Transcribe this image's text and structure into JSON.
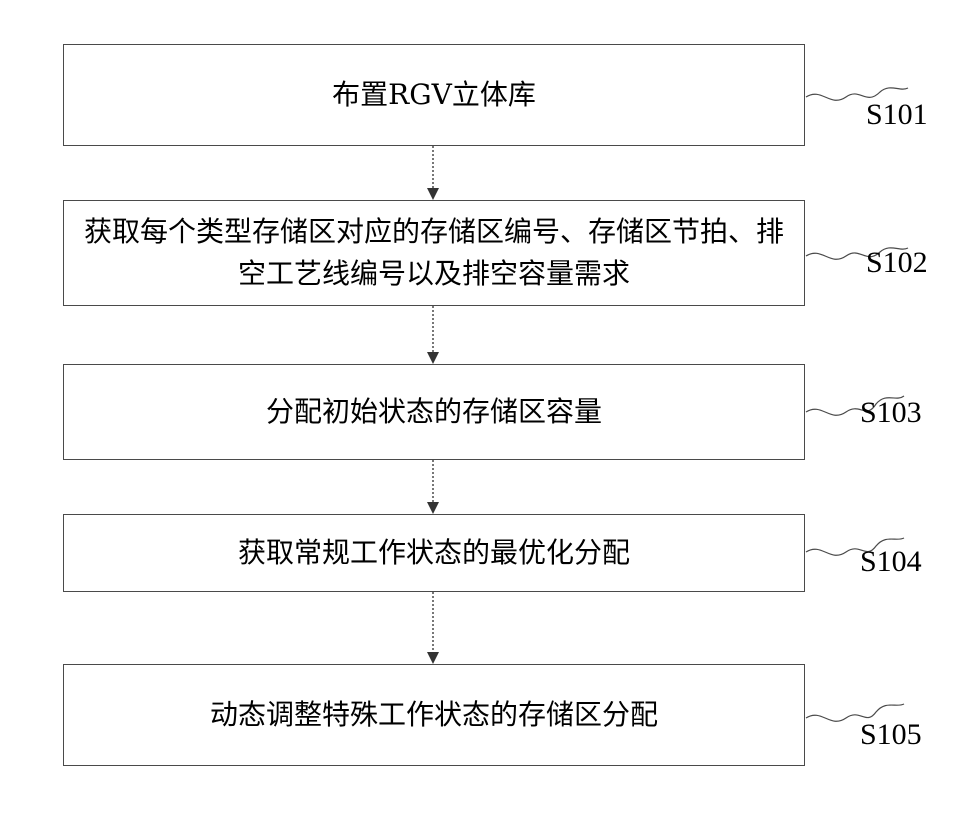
{
  "steps": [
    {
      "id": "S101",
      "text": "布置RGV立体库"
    },
    {
      "id": "S102",
      "text": "获取每个类型存储区对应的存储区编号、存储区节拍、排空工艺线编号以及排空容量需求"
    },
    {
      "id": "S103",
      "text": "分配初始状态的存储区容量"
    },
    {
      "id": "S104",
      "text": "获取常规工作状态的最优化分配"
    },
    {
      "id": "S105",
      "text": "动态调整特殊工作状态的存储区分配"
    }
  ],
  "colors": {
    "line": "#4a4a4a",
    "text": "#000000",
    "background": "#ffffff"
  }
}
